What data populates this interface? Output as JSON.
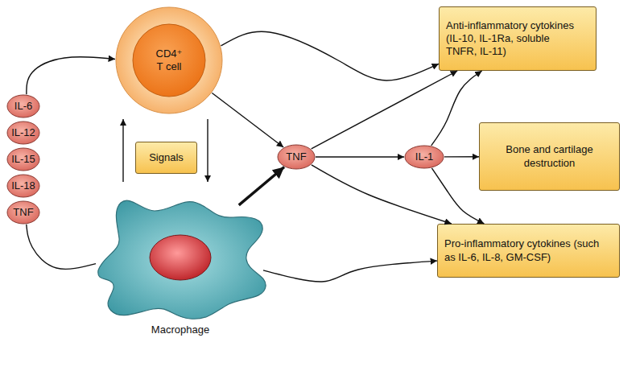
{
  "diagram": {
    "nodes": [
      {
        "text": [
          "IL-6"
        ]
      },
      {
        "text": [
          "IL-12"
        ]
      },
      {
        "text": [
          "IL-15"
        ]
      },
      {
        "text": [
          "IL-18"
        ]
      },
      {
        "text": [
          "TNF"
        ]
      },
      {
        "text": [
          "CD4⁺ T cell"
        ]
      },
      {
        "text": [
          "Signals"
        ]
      },
      {
        "text": [
          "Macrophage"
        ]
      },
      {
        "text": [
          "TNF"
        ]
      },
      {
        "text": [
          "IL-1"
        ]
      },
      {
        "text": [
          "Anti-inflammatory cytokines (IL-10, IL-1Ra, soluble TNFR, IL-11)"
        ]
      },
      {
        "text": [
          "Bone and cartilage destruction"
        ]
      },
      {
        "text": [
          "Pro-inflammatory cytokines (such as IL-6, IL-8, GM-CSF)"
        ]
      }
    ],
    "edges": [
      {
        "from": 0,
        "to": 5,
        "arrow": "to"
      },
      {
        "from": 7,
        "to": 4,
        "arrow": "none"
      },
      {
        "from": 7,
        "to": 5,
        "arrow": "to"
      },
      {
        "from": 5,
        "to": 7,
        "arrow": "to"
      },
      {
        "from": 5,
        "to": 8,
        "arrow": "to"
      },
      {
        "from": 7,
        "to": 8,
        "arrow": "to"
      },
      {
        "from": 5,
        "to": 10,
        "arrow": "to"
      },
      {
        "from": 7,
        "to": 12,
        "arrow": "to"
      },
      {
        "from": 8,
        "to": 10,
        "arrow": "to"
      },
      {
        "from": 8,
        "to": 9,
        "arrow": "to"
      },
      {
        "from": 8,
        "to": 12,
        "arrow": "to"
      },
      {
        "from": 9,
        "to": 10,
        "arrow": "to"
      },
      {
        "from": 9,
        "to": 11,
        "arrow": "to"
      },
      {
        "from": 9,
        "to": 12,
        "arrow": "to"
      }
    ]
  }
}
